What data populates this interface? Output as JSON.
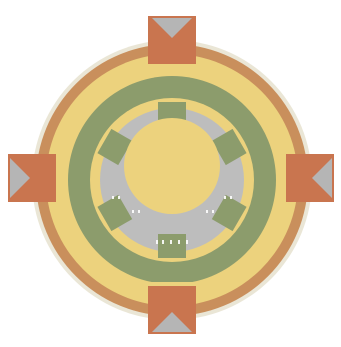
{
  "palette": {
    "background": "#ffffff",
    "outer_shadow": "#c9c3a4",
    "outer_ring": "#c98f5c",
    "yellow_band": "#ecd27d",
    "green_ring": "#8c9c6c",
    "grey_ring": "#bfbfbf",
    "center_disc": "#ecd27d",
    "gate_block": "#c9754f",
    "gate_roof": "#b5b5b5",
    "gate_base": "#ecd27d"
  },
  "gates": [
    {
      "side": "top"
    },
    {
      "side": "right"
    },
    {
      "side": "bottom"
    },
    {
      "side": "left"
    }
  ],
  "inner_blocks": [
    {
      "angle_deg": 0
    },
    {
      "angle_deg": 60
    },
    {
      "angle_deg": 120
    },
    {
      "angle_deg": 180
    },
    {
      "angle_deg": 240
    },
    {
      "angle_deg": 300
    }
  ],
  "icons": {
    "gate": "gate-icon",
    "roof": "triangle-roof-icon"
  }
}
